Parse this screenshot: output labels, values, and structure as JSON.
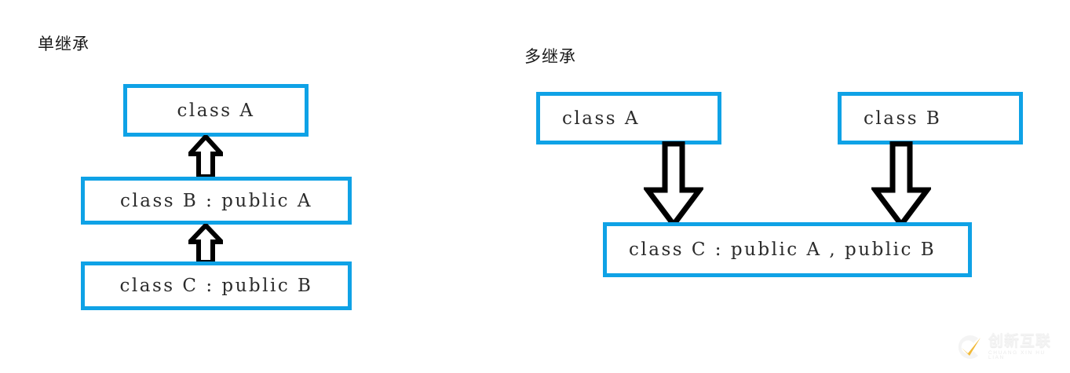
{
  "diagram": {
    "background_color": "#ffffff",
    "box_border_color": "#0fa2e6",
    "arrow_color": "#000000",
    "sections": [
      {
        "id": "single-inheritance",
        "title": "单继承",
        "boxes": [
          {
            "id": "single-class-a",
            "label": "class A",
            "align": "center"
          },
          {
            "id": "single-class-b",
            "label": "class B : public A",
            "align": "center"
          },
          {
            "id": "single-class-c",
            "label": "class C : public B",
            "align": "center"
          }
        ],
        "arrows": [
          {
            "id": "arrow-c-to-b",
            "direction": "up",
            "from": "single-class-b",
            "to": "single-class-a"
          },
          {
            "id": "arrow-b-to-a",
            "direction": "up",
            "from": "single-class-c",
            "to": "single-class-b"
          }
        ]
      },
      {
        "id": "multiple-inheritance",
        "title": "多继承",
        "boxes": [
          {
            "id": "multi-class-a",
            "label": "class A",
            "align": "left"
          },
          {
            "id": "multi-class-b",
            "label": "class B",
            "align": "left"
          },
          {
            "id": "multi-class-c",
            "label": "class C : public A , public B",
            "align": "left"
          }
        ],
        "arrows": [
          {
            "id": "arrow-a-to-c",
            "direction": "down",
            "from": "multi-class-a",
            "to": "multi-class-c"
          },
          {
            "id": "arrow-b-to-c",
            "direction": "down",
            "from": "multi-class-b",
            "to": "multi-class-c"
          }
        ]
      }
    ]
  },
  "watermark": {
    "brand": "创新互联",
    "pinyin": "CHUANG XIN HU LIAN",
    "logo_color": "#f0b429",
    "text_color": "#f2f2f2"
  }
}
